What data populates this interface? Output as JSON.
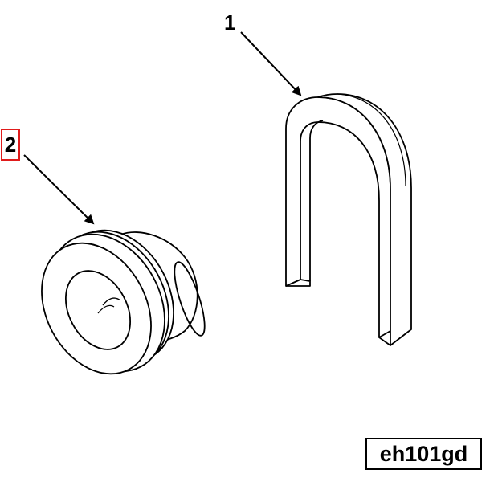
{
  "callouts": {
    "part_1": "1",
    "part_2": "2"
  },
  "figure_id": "eh101gd",
  "colors": {
    "line": "#000000",
    "highlight_box": "#e01b1b",
    "background": "#ffffff"
  },
  "parts": [
    {
      "callout": "1",
      "icon": "u-clip-icon"
    },
    {
      "callout": "2",
      "icon": "grommet-icon"
    }
  ]
}
